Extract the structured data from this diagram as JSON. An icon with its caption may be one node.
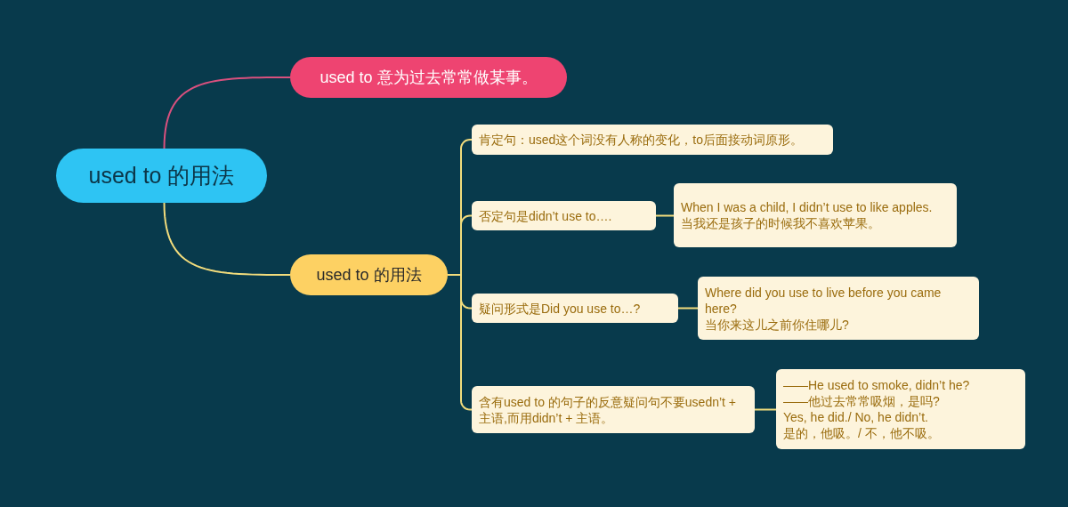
{
  "diagram": {
    "nodes": [
      {
        "text": [
          "used to 的用法"
        ]
      },
      {
        "text": [
          "used to 意为过去常常做某事。"
        ]
      },
      {
        "text": [
          "used to 的用法"
        ]
      },
      {
        "text": [
          "肯定句：used这个词没有人称的变化，to后面接动词原形。"
        ]
      },
      {
        "text": [
          "否定句是didn’t use to…."
        ]
      },
      {
        "text": [
          "When I was a child, I didn’t use to like apples.",
          "当我还是孩子的时候我不喜欢苹果。"
        ]
      },
      {
        "text": [
          "疑问形式是Did you use to…?"
        ]
      },
      {
        "text": [
          "Where did you use to live before you came here?",
          "当你来这儿之前你住哪儿?"
        ]
      },
      {
        "text": [
          "含有used to 的句子的反意疑问句不要usedn’t + 主语,而用didn’t + 主语。"
        ]
      },
      {
        "text": [
          "——He used to smoke, didn’t he?",
          "——他过去常常吸烟，是吗?",
          "Yes, he did./ No, he didn’t.",
          "是的，他吸。/ 不，他不吸。"
        ]
      }
    ],
    "edges": [
      {
        "from": 0,
        "to": 1,
        "arrow": "none",
        "color": "#d9507e"
      },
      {
        "from": 0,
        "to": 2,
        "arrow": "none"
      },
      {
        "from": 2,
        "to": 3,
        "arrow": "none"
      },
      {
        "from": 2,
        "to": 4,
        "arrow": "none"
      },
      {
        "from": 2,
        "to": 6,
        "arrow": "none"
      },
      {
        "from": 2,
        "to": 8,
        "arrow": "none"
      },
      {
        "from": 4,
        "to": 5,
        "arrow": "none"
      },
      {
        "from": 6,
        "to": 7,
        "arrow": "none"
      },
      {
        "from": 8,
        "to": 9,
        "arrow": "none"
      }
    ]
  }
}
